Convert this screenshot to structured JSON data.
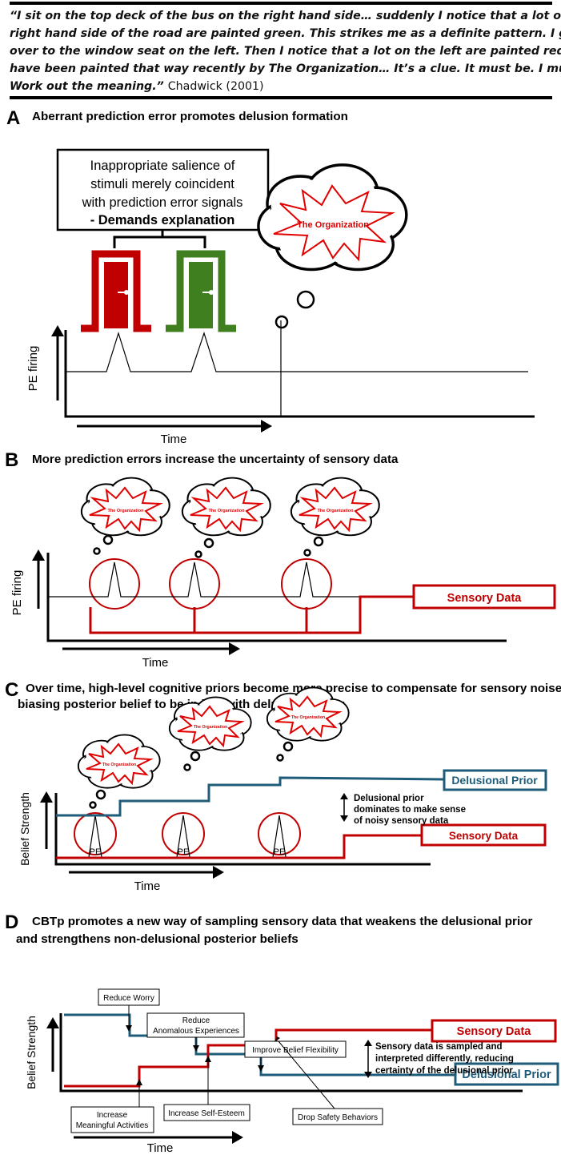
{
  "quote": {
    "lines": [
      "“I sit on the top deck of the bus on the right hand side… suddenly I notice that a lot of the shops on the",
      "right hand side of the road are painted green. This strikes me as a definite pattern. I get up and move",
      "over to the window seat on the left. Then I notice that a lot on the left are painted red… They must",
      "have been painted that way recently by The Organization… It’s a clue. It must be. I must work it out.",
      "Work out the meaning.”"
    ],
    "citation": "Chadwick (2001)"
  },
  "panel_a": {
    "letter": "A",
    "title": "Aberrant prediction error promotes delusion formation",
    "box_lines": [
      "Inappropriate salience of",
      "stimuli merely coincident",
      "with prediction error signals"
    ],
    "box_bold": "- Demands explanation",
    "thought": "The Organization",
    "ylabel": "PE firing",
    "xlabel": "Time",
    "colors": {
      "red_door": "#c00000",
      "green_door": "#3f7f1f"
    }
  },
  "panel_b": {
    "letter": "B",
    "title": "More prediction errors increase the uncertainty of sensory data",
    "thought": "The Organization",
    "ylabel": "PE firing",
    "xlabel": "Time",
    "sensory_label": "Sensory Data"
  },
  "panel_c": {
    "letter": "C",
    "title_lines": [
      "Over time, high-level cognitive priors become more precise to compensate for sensory noise,",
      "biasing posterior belief to be in line with delusional prior"
    ],
    "thought": "The Organization",
    "ylabel": "Belief Strength",
    "xlabel": "Time",
    "pe_label": "PE",
    "prior_label": "Delusional Prior",
    "sensory_label": "Sensory Data",
    "note_lines": [
      "Delusional prior",
      "dominates to make sense",
      "of noisy sensory data"
    ]
  },
  "panel_d": {
    "letter": "D",
    "title_lines": [
      "CBTp promotes a new way of sampling sensory data that weakens the delusional prior",
      "and strengthens non-delusional posterior beliefs"
    ],
    "ylabel": "Belief Strength",
    "xlabel": "Time",
    "sensory_label": "Sensory Data",
    "prior_label": "Delusional Prior",
    "note_lines": [
      "Sensory data is sampled and",
      "interpreted differently, reducing",
      "certainty of the delusional prior"
    ],
    "interventions": {
      "reduce_worry": "Reduce Worry",
      "reduce_anomalous": [
        "Reduce",
        "Anomalous Experiences"
      ],
      "improve_flex": "Improve Belief Flexibility",
      "increase_meaningful": [
        "Increase",
        "Meaningful Activities"
      ],
      "increase_esteem": "Increase Self-Esteem",
      "drop_safety": "Drop Safety Behaviors"
    }
  },
  "colors": {
    "red": "#c00000",
    "blue": "#1f5c7a",
    "burst_red": "#e00000"
  }
}
